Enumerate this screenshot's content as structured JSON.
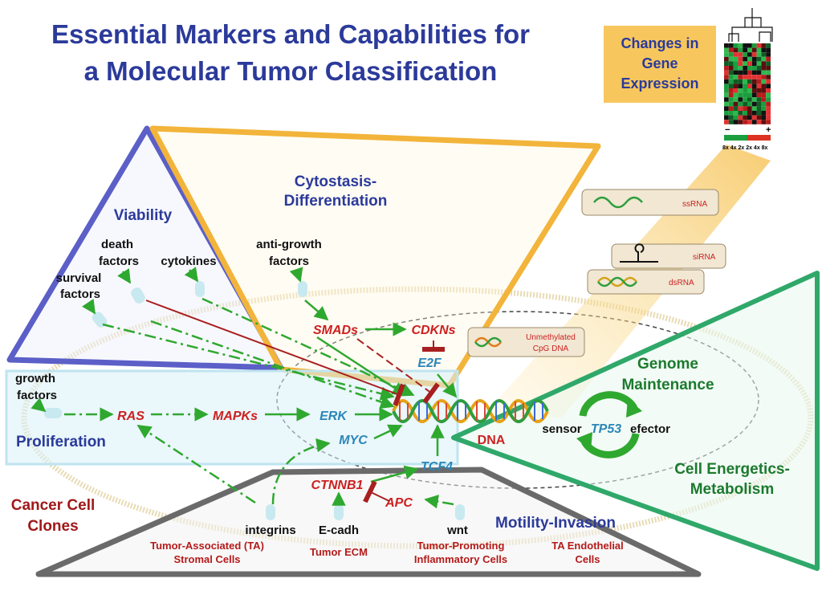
{
  "title": {
    "line1": "Essential Markers and Capabilities for",
    "line2": "a Molecular Tumor Classification"
  },
  "gene_expression": {
    "line1": "Changes in",
    "line2": "Gene",
    "line3": "Expression",
    "scale_minus": "−",
    "scale_plus": "+",
    "scale_ticks": "8x 4x 2x   2x 4x 8x"
  },
  "capabilities": {
    "viability": "Viability",
    "cytostasis_1": "Cytostasis-",
    "cytostasis_2": "Differentiation",
    "proliferation": "Proliferation",
    "genome_1": "Genome",
    "genome_2": "Maintenance",
    "energetics_1": "Cell Energetics-",
    "energetics_2": "Metabolism",
    "motility": "Motility-Invasion",
    "clones_1": "Cancer Cell",
    "clones_2": "Clones"
  },
  "signals": {
    "death_1": "death",
    "death_2": "factors",
    "cytokines": "cytokines",
    "survival_1": "survival",
    "survival_2": "factors",
    "antigrowth_1": "anti-growth",
    "antigrowth_2": "factors",
    "growth_1": "growth",
    "growth_2": "factors",
    "integrins": "integrins",
    "ecadh": "E-cadh",
    "wnt": "wnt"
  },
  "genes": {
    "smads": "SMADs",
    "cdkns": "CDKNs",
    "e2f": "E2F",
    "ras": "RAS",
    "mapks": "MAPKs",
    "erk": "ERK",
    "myc": "MYC",
    "tcf4": "TCF4",
    "ctnnb1": "CTNNB1",
    "apc": "APC",
    "tp53": "TP53"
  },
  "dna": {
    "label": "DNA",
    "sensor": "sensor",
    "efector": "efector"
  },
  "nucleic_tags": {
    "ssrna": "ssRNA",
    "sirna": "siRNA",
    "dsrna": "dsRNA",
    "cpg_1": "Unmethylated",
    "cpg_2": "CpG DNA"
  },
  "cells": {
    "ta_stromal_1": "Tumor-Associated (TA)",
    "ta_stromal_2": "Stromal Cells",
    "ecm": "Tumor ECM",
    "inflam_1": "Tumor-Promoting",
    "inflam_2": "Inflammatory Cells",
    "endo_1": "TA Endothelial",
    "endo_2": "Cells"
  },
  "colors": {
    "title_blue": "#2b3a9a",
    "arrow_green": "#2fa82f",
    "inhibit_red": "#a81f1f",
    "gene_red": "#cc1f1f",
    "gene_blue": "#2a86b8",
    "triangle_purple": "#5b5fc7",
    "trapezoid_gold": "#f2b43a",
    "triangle_green": "#2fa86a",
    "triangle_gray": "#6a6a6a"
  }
}
